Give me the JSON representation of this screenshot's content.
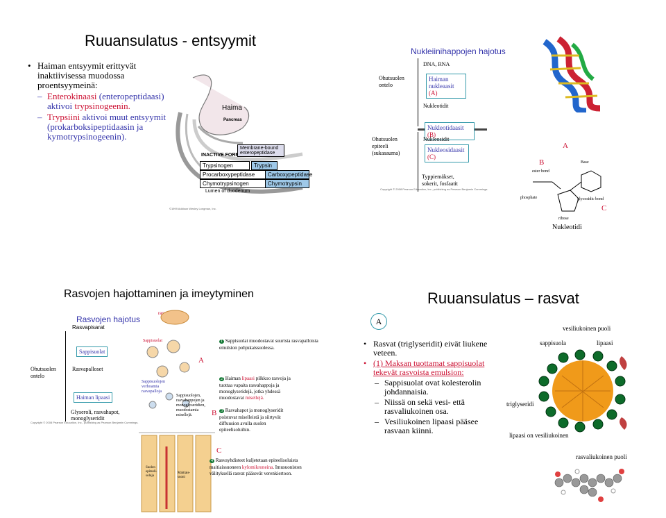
{
  "slide1": {
    "title": "Ruuansulatus - entsyymit",
    "bullet": "Haiman entsyymit erittyvät inaktiivisessa muodossa proentsyymeinä:",
    "sub1_a": "Enterokinaasi",
    "sub1_b": " (enteropeptidaasi) aktivoi ",
    "sub1_c": "trypsinogeenin.",
    "sub2_a": "Trypsiini",
    "sub2_b": " aktivoi muut entsyymit (prokarboksipeptidaasin ja kymotrypsinogeenin).",
    "fig": {
      "haima": "Haima",
      "pancreas": "Pancreas",
      "inactive_form": "INACTIVE FORM",
      "membrane_enz": "Membrane-bound enteropeptidase",
      "trypsinogen": "Trypsinogen",
      "trypsin": "Trypsin",
      "procarboxy": "Procarboxypeptidase",
      "carboxy": "Carboxypeptidase",
      "chymotrypsinogen": "Chymotrypsinogen",
      "chymotrypsin": "Chymotrypsin",
      "lumen": "Lumen of duodenum",
      "copyright": "©1999 Addison Wesley Longman, Inc."
    }
  },
  "slide2": {
    "title": "Nukleiinihappojen hajotus",
    "ohutsuolen_ontelo": "Ohutsuolen ontelo",
    "ohutsuolen_epiteeli": "Ohutsuolen epiteeli (sukasauma)",
    "dna_rna": "DNA, RNA",
    "haiman_nukleaasit": "Haiman nukleaasit",
    "label_a_paren": "(A)",
    "nukleotidit": "Nukleotidit",
    "nukleotidaasit": "Nukleotidaasit",
    "label_b_paren": "(B)",
    "nukleosidit": "Nukleosidit",
    "nukleosidaasit": "Nukleosidaasit",
    "label_c_paren": "(C)",
    "typpiemakset": "Typpiemäkset, sokerit, fosfaatit",
    "copyright": "Copyright © 2008 Pearson Education, Inc., publishing as Pearson Benjamin Cummings.",
    "label_a": "A",
    "label_b": "B",
    "label_c": "C",
    "nukleotidi": "Nukleotidi",
    "ester_bond": "ester bond",
    "base": "Base",
    "phosphate": "phosphate",
    "glycosidic_bond": "glycosidic bond",
    "ribose": "ribose"
  },
  "slide3": {
    "title": "Rasvojen hajottaminen ja imeytyminen",
    "subtitle": "Rasvojen hajotus",
    "rasvapisarat": "Rasvapisarat",
    "sappisuolat": "Sappisuolat",
    "ohutsuolen_ontelo": "Ohutsuolen ontelo",
    "rasvapalloset": "Rasvapalloset",
    "haiman_lipaasi": "Haiman lipaasi",
    "glyseroli": "Glyseroli, rasvahapot, monoglyseridit",
    "copyright": "Copyright © 2008 Pearson Education, Inc., publishing as Pearson Benjamin Cummings.",
    "rasvapisara": "rasvapisara",
    "sappisuolat_red": "Sappisuolat",
    "sappisuolojen_verhoamia": "Sappisuolojen verhoamia rasvapalloja",
    "sappisuolojen_text": "Sappisuolojen, rasvahappojen ja monoglyseridien, muodostamia misellejä.",
    "label_a": "A",
    "label_b": "B",
    "label_c": "C",
    "step1_num": "1",
    "step1": "Sappisuolat muodostavat suurista rasvapalloista emulsion pohjukaissuolessa.",
    "step2_num": "2",
    "step2_a": "Haiman ",
    "step2_b": "lipaasi",
    "step2_c": " pilkkoo rasvoja ja tuottaa vapaita rasvahappoja ja monoglyseridejä, jotka yhdessä muodostavat ",
    "step2_d": "misellejä.",
    "step3_num": "3",
    "step3": "Rasvahapot ja monoglyseridit poistuvat miselleistä ja siirtyvät diffuusion avulla suolen epiteelisoluihin.",
    "step4_num": "4",
    "step4_a": "Rasvayhdisteet kuljetetaan epiteelisoluista maitiaissuoneen ",
    "step4_b": "kylomikroneina",
    "step4_c": ". Imusuoniston välityksellä rasvat pääsevät verenkiertoon.",
    "suolen_epiteelisoluja": "Suolen epiteeli-soluja",
    "maitiaissuoni": "Maitiais-suoni"
  },
  "slide4": {
    "title": "Ruuansulatus – rasvat",
    "label_a": "A",
    "bullet1": "Rasvat (triglyseridit) eivät liukene veteen.",
    "bullet2": "(1) Maksan tuottamat sappisuolat tekevät rasvoista emulsion:",
    "sub1": "Sappisuolat ovat kolesterolin johdannaisia.",
    "sub2": "Niissä on sekä vesi- että rasvaliukoinen osa.",
    "sub3": "Vesiliukoinen lipaasi pääsee rasvaan kiinni.",
    "vesiliukoinen_puoli": "vesiliukoinen puoli",
    "sappisuola": "sappisuola",
    "lipaasi": "lipaasi",
    "triglyseridi": "triglyseridi",
    "lipaasi_on": "lipaasi on vesiliukoinen",
    "rasvaliukoinen_puoli": "rasvaliukoinen puoli",
    "colors": {
      "heading_blue": "#3333aa",
      "red": "#cc1133",
      "green": "#117733",
      "orange": "#e08a1a"
    }
  }
}
